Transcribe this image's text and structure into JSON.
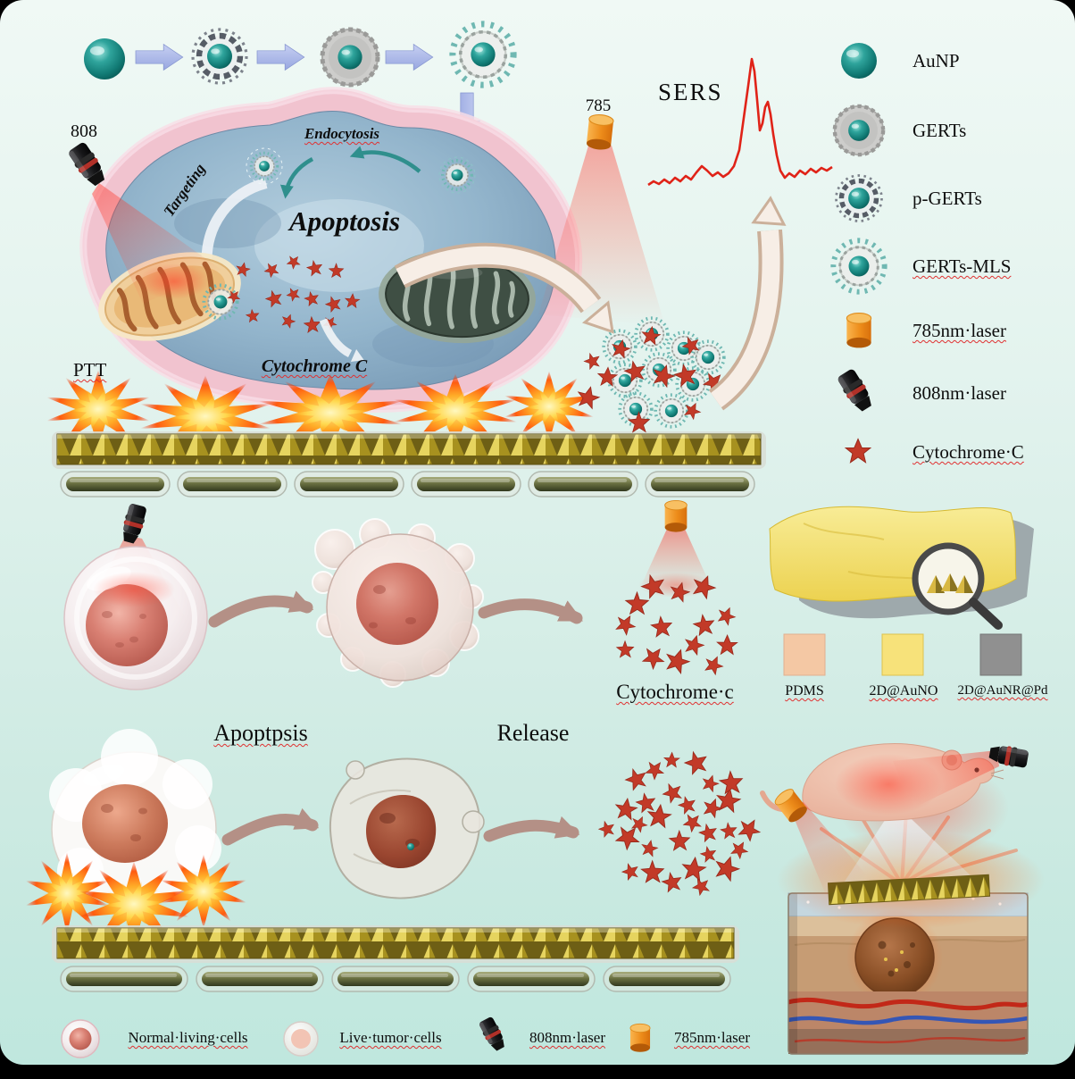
{
  "colors": {
    "background_top": "#eef8f4",
    "background_bottom": "#bfe7de",
    "teal_particle": "#1b8c86",
    "gold_array": "#d9c550",
    "star_red": "#c23a28",
    "laser_785_orange": "#ed8c1a",
    "laser_808_black": "#1a1a1c",
    "beam_red": "#ff2d1e",
    "spectrum_red": "#e02318"
  },
  "top_cell": {
    "laser_label": "808",
    "targeting": "Targeting",
    "endocytosis": "Endocytosis",
    "apoptosis": "Apoptosis",
    "cytochrome_c": "Cytochrome C",
    "ptt": "PTT"
  },
  "sers": {
    "laser_label": "785",
    "title": "SERS",
    "spectrum": {
      "color": "#e02318",
      "points": [
        [
          726,
          207
        ],
        [
          732,
          203
        ],
        [
          738,
          206
        ],
        [
          744,
          201
        ],
        [
          750,
          205
        ],
        [
          756,
          199
        ],
        [
          762,
          203
        ],
        [
          768,
          197
        ],
        [
          774,
          201
        ],
        [
          780,
          193
        ],
        [
          786,
          186
        ],
        [
          792,
          191
        ],
        [
          798,
          197
        ],
        [
          804,
          193
        ],
        [
          810,
          198
        ],
        [
          816,
          194
        ],
        [
          822,
          186
        ],
        [
          828,
          168
        ],
        [
          833,
          132
        ],
        [
          838,
          96
        ],
        [
          842,
          66
        ],
        [
          845,
          80
        ],
        [
          848,
          112
        ],
        [
          851,
          146
        ],
        [
          854,
          138
        ],
        [
          857,
          120
        ],
        [
          860,
          114
        ],
        [
          863,
          128
        ],
        [
          866,
          150
        ],
        [
          870,
          174
        ],
        [
          874,
          191
        ],
        [
          879,
          199
        ],
        [
          884,
          194
        ],
        [
          890,
          198
        ],
        [
          896,
          191
        ],
        [
          902,
          195
        ],
        [
          908,
          189
        ],
        [
          914,
          193
        ],
        [
          920,
          188
        ],
        [
          926,
          191
        ],
        [
          932,
          187
        ]
      ]
    }
  },
  "legend": {
    "items": [
      {
        "icon": "aunp-sphere-icon",
        "label": "AuNP"
      },
      {
        "icon": "gerts-particle-icon",
        "label": "GERTs"
      },
      {
        "icon": "p-gerts-particle-icon",
        "label": "p-GERTs"
      },
      {
        "icon": "gerts-mls-particle-icon",
        "label": "GERTs-MLS"
      },
      {
        "icon": "laser-785-icon",
        "label": "785nm·laser"
      },
      {
        "icon": "laser-808-icon",
        "label": "808nm·laser"
      },
      {
        "icon": "cytochrome-star-icon",
        "label": "Cytochrome·C"
      }
    ]
  },
  "middle_row": {
    "apoptosis": "Apoptpsis",
    "release": "Release",
    "cytochrome": "Cytochrome·c"
  },
  "materials": {
    "swatches": [
      {
        "label": "PDMS",
        "color": "#f4c8a4"
      },
      {
        "label": "2D@AuNO",
        "color": "#f7e27a"
      },
      {
        "label": "2D@AuNR@Pd",
        "color": "#909090"
      }
    ]
  },
  "bottom_legend": {
    "items": [
      {
        "icon": "normal-cell-icon",
        "label": "Normal·living·cells"
      },
      {
        "icon": "tumor-cell-icon",
        "label": "Live·tumor·cells"
      },
      {
        "icon": "laser-808-icon",
        "label": "808nm·laser"
      },
      {
        "icon": "laser-785-icon",
        "label": "785nm·laser"
      }
    ]
  }
}
